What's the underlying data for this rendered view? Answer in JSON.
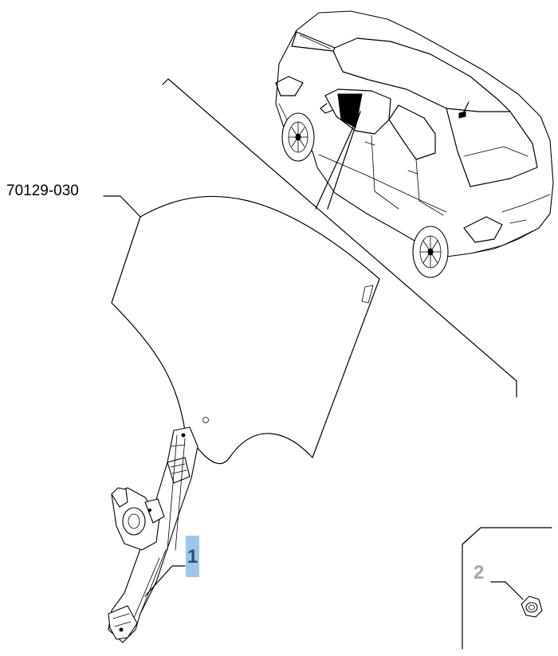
{
  "diagram": {
    "glass_ref": "70129-030",
    "parts": [
      {
        "number": "1",
        "highlight_color": "#9ec6e8",
        "text_color": "#2c4e72"
      },
      {
        "number": "2",
        "text_color": "#a7a7a7"
      }
    ],
    "line_color": "#000000"
  }
}
